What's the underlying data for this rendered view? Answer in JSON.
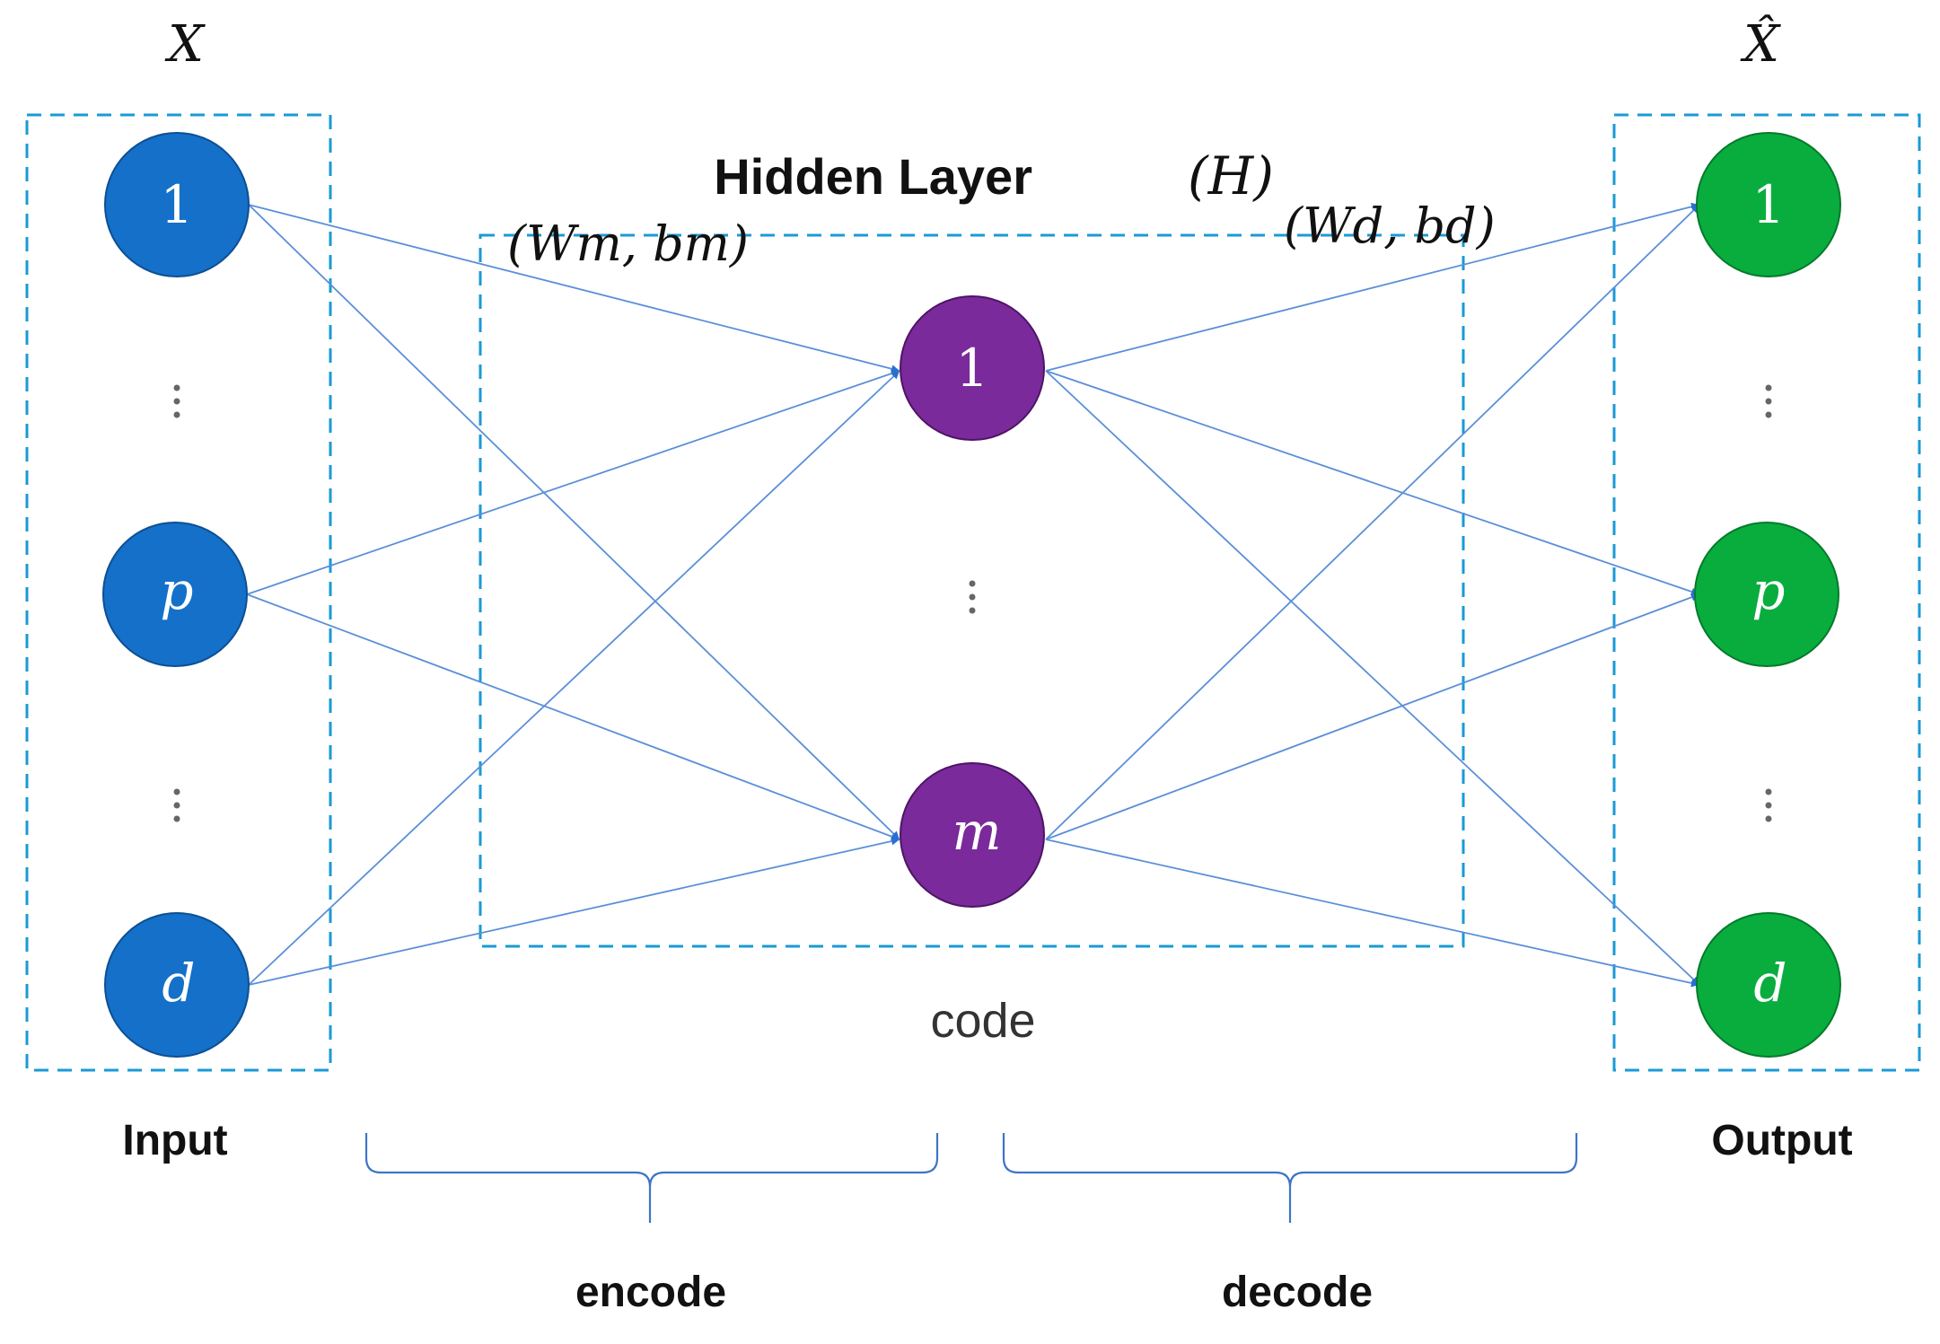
{
  "labels": {
    "input_symbol": "X",
    "output_symbol": "X̂",
    "hidden_title": "Hidden Layer",
    "hidden_symbol": "(H)",
    "encoder_params": "(Wm, bm)",
    "decoder_params": "(Wd, bd)",
    "code": "code",
    "input": "Input",
    "output": "Output",
    "encode": "encode",
    "decode": "decode"
  },
  "nodes": {
    "input": [
      "1",
      "p",
      "d"
    ],
    "hidden": [
      "1",
      "m"
    ],
    "output": [
      "1",
      "p",
      "d"
    ]
  },
  "colors": {
    "input_node": "#1470c8",
    "hidden_node": "#7a2a9a",
    "output_node": "#08ad3e",
    "dashed_box": "#1a9ad6",
    "edge": "#5b8fd8"
  }
}
